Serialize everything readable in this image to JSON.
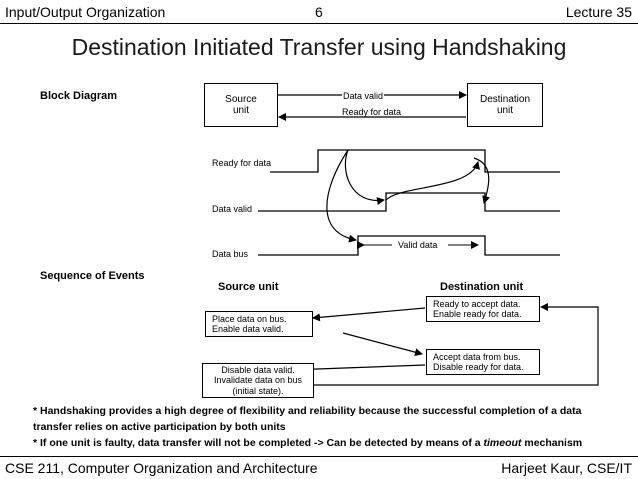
{
  "header": {
    "left": "Input/Output Organization",
    "page": "6",
    "right": "Lecture 35"
  },
  "title": "Destination Initiated Transfer using Handshaking",
  "block_diagram": {
    "label": "Block Diagram",
    "source": "Source\nunit",
    "destination": "Destination\nunit",
    "data_valid": "Data valid",
    "ready_for_data": "Ready for data"
  },
  "timing": {
    "ready_for_data": "Ready for data",
    "data_valid": "Data valid",
    "data_bus": "Data bus",
    "valid_data": "Valid data"
  },
  "sequence": {
    "label": "Sequence of Events",
    "source_unit": "Source unit",
    "destination_unit": "Destination unit",
    "dest_step1_line1": "Ready to accept data.",
    "dest_step1_line2": "Enable ready for data.",
    "src_step1_line1": "Place data on bus.",
    "src_step1_line2": "Enable data valid.",
    "dest_step2_line1": "Accept data from bus.",
    "dest_step2_line2": "Disable ready for data.",
    "src_step2_line1": "Disable data valid.",
    "src_step2_line2": "Invalidate data on bus",
    "src_step2_line3": "(initial state)."
  },
  "notes": {
    "line1": "* Handshaking provides a high degree of flexibility and reliability because the  successful completion of a data",
    "line2": "transfer relies on active participation by both units",
    "line3_pre": "* If one unit is faulty, data transfer will not be completed   -> Can be detected by means of a ",
    "line3_em": "timeout",
    "line3_post": "  mechanism"
  },
  "footer": {
    "left": "CSE 211, Computer Organization and Architecture",
    "right": "Harjeet Kaur, CSE/IT"
  }
}
